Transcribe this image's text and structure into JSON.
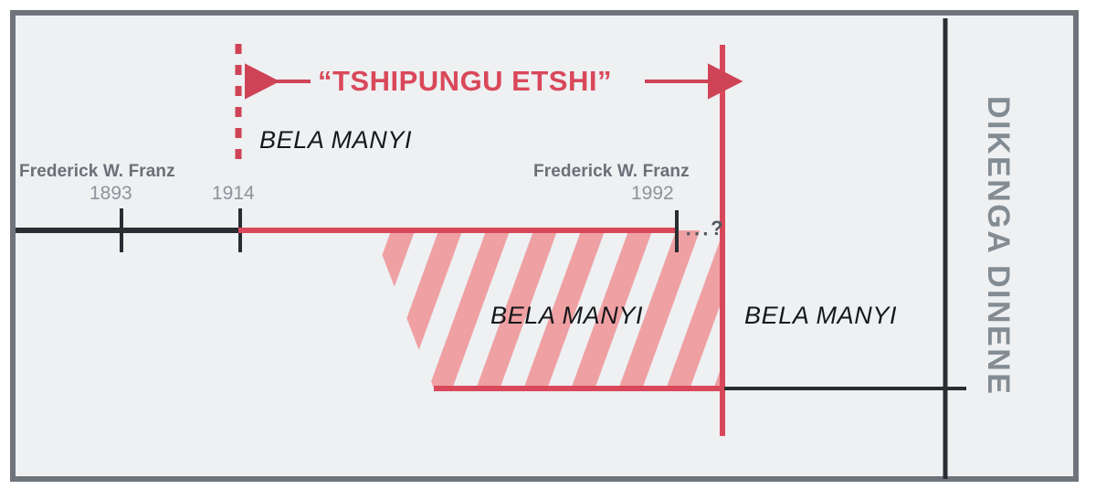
{
  "diagram": {
    "title": "“TSHIPUNGU ETSHI”",
    "background_color": "#eef0f2",
    "border_color": "#6e747a",
    "accent_color": "#d9485a",
    "accent_light_color": "#efa0a3",
    "axis_color": "#2a2d31",
    "label_gray": "#6a7076",
    "year_gray": "#8d949a"
  },
  "timeline": {
    "markers": [
      {
        "name": "Frederick W. Franz",
        "year": "1893"
      },
      {
        "year": "1914"
      },
      {
        "name": "Frederick W. Franz",
        "year": "1992"
      }
    ],
    "continuation": "․․․?"
  },
  "regions": {
    "upper_left_label": "BELA MANYI",
    "hatched_label": "BELA MANYI",
    "right_label": "BELA MANYI"
  },
  "side": {
    "vertical_label": "DIKENGA DINENE"
  }
}
